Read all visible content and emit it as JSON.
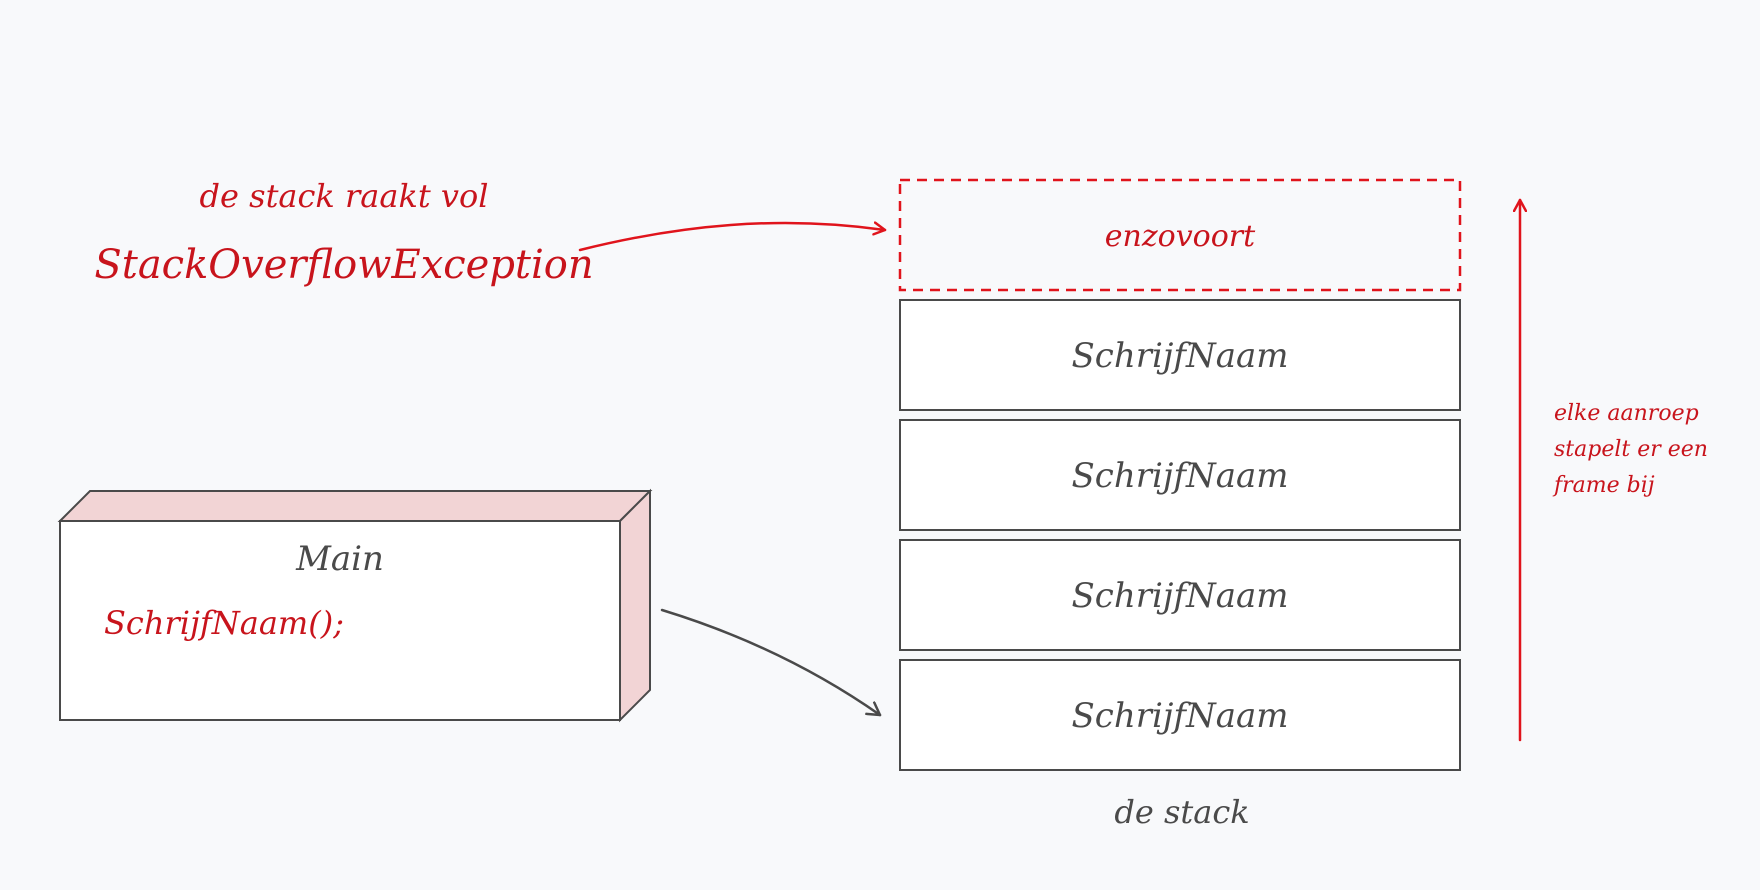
{
  "overflow_note": {
    "line1": "de stack raakt vol",
    "line2": "StackOverflowException"
  },
  "main_block": {
    "title": "Main",
    "call": "SchrijfNaam();"
  },
  "stack": {
    "overflow_frame": "enzovoort",
    "frames": [
      "SchrijfNaam",
      "SchrijfNaam",
      "SchrijfNaam",
      "SchrijfNaam"
    ],
    "label": "de stack"
  },
  "growth_note": {
    "lines": [
      "elke aanroep",
      "stapelt er een",
      "frame bij"
    ]
  },
  "colors": {
    "background": "#f8f9fb",
    "accent_red": "#e0141c",
    "text_red": "#c8141c",
    "stroke_dark": "#4a4a4a",
    "box_fill": "#ffffff",
    "box_side_fill": "#f2d4d5"
  }
}
